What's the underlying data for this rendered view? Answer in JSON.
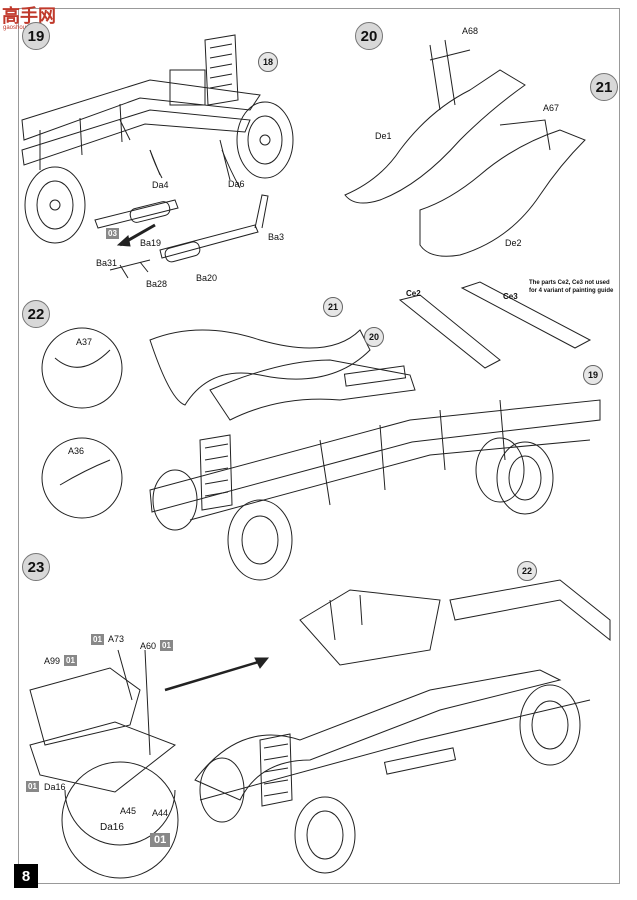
{
  "watermark": {
    "text": "高手网",
    "url": "gaoshou.com"
  },
  "page_number": "8",
  "steps": [
    {
      "num": "19"
    },
    {
      "num": "20"
    },
    {
      "num": "21"
    },
    {
      "num": "22"
    },
    {
      "num": "23"
    }
  ],
  "refs": {
    "r18": "18",
    "r21": "21",
    "r20": "20",
    "r19": "19",
    "r22": "22"
  },
  "part_labels": {
    "da4": "Da4",
    "da6": "Da6",
    "ba3": "Ba3",
    "ba19": "Ba19",
    "ba20": "Ba20",
    "ba31": "Ba31",
    "ba28": "Ba28",
    "a68": "A68",
    "de1": "De1",
    "a67": "A67",
    "de2": "De2",
    "ce2": "Ce2",
    "ce3": "Ce3",
    "a37": "A37",
    "a36": "A36",
    "a73": "A73",
    "a60": "A60",
    "a99": "A99",
    "da16a": "Da16",
    "a45": "A45",
    "a44": "A44",
    "da16b": "Da16"
  },
  "color_boxes": {
    "b03": "03",
    "b01a": "01",
    "b01b": "01",
    "b01c": "01",
    "b01d": "01",
    "b01e": "01"
  },
  "note": {
    "text": "The parts Ce2, Ce3 not used for 4 variant of painting guide"
  },
  "colors": {
    "logo": "#c0392b",
    "box": "#888888"
  }
}
